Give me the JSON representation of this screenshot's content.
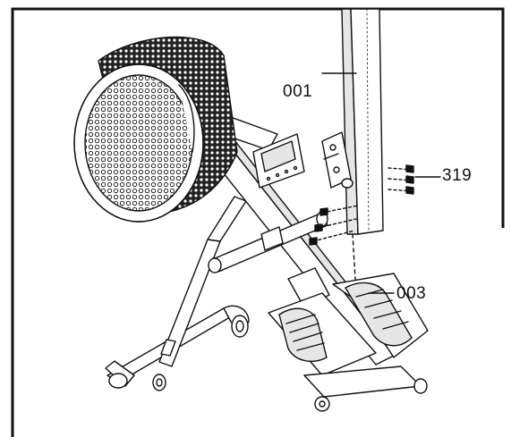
{
  "diagram": {
    "callouts": {
      "part_001": "001",
      "part_319": "319",
      "part_003": "003"
    },
    "colors": {
      "line": "#111111",
      "fill": "#ffffff",
      "shade": "#e6e6e6"
    }
  }
}
